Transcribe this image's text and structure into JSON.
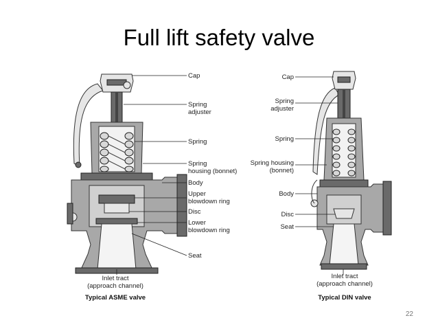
{
  "slide": {
    "title": "Full lift safety valve",
    "page_number": "22"
  },
  "asme": {
    "caption": "Typical ASME valve",
    "inlet_line1": "Inlet tract",
    "inlet_line2": "(approach channel)",
    "labels": {
      "cap": "Cap",
      "spring_adjuster_1": "Spring",
      "spring_adjuster_2": "adjuster",
      "spring": "Spring",
      "spring_housing_1": "Spring",
      "spring_housing_2": "housing (bonnet)",
      "body": "Body",
      "upper_ring_1": "Upper",
      "upper_ring_2": "blowdown ring",
      "disc": "Disc",
      "lower_ring_1": "Lower",
      "lower_ring_2": "blowdown ring",
      "seat": "Seat"
    }
  },
  "din": {
    "caption": "Typical DIN valve",
    "inlet_line1": "Inlet tract",
    "inlet_line2": "(approach channel)",
    "labels": {
      "cap": "Cap",
      "spring_adjuster_1": "Spring",
      "spring_adjuster_2": "adjuster",
      "spring": "Spring",
      "spring_housing_1": "Spring housing",
      "spring_housing_2": "(bonnet)",
      "body": "Body",
      "disc": "Disc",
      "seat": "Seat"
    }
  }
}
